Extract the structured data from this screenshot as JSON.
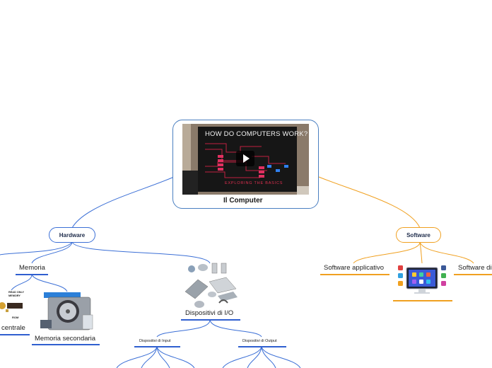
{
  "root": {
    "title": "Il Computer"
  },
  "video": {
    "headline": "HOW DO COMPUTERS WORK?",
    "subline": "EXPLORING THE BASICS"
  },
  "hardware": {
    "label": "Hardware",
    "memoria": {
      "label": "Memoria",
      "centrale": "centrale",
      "secondaria": "Memoria secondaria",
      "rom_top": "READ ONLY MEMORY",
      "rom_bottom": "ROM"
    },
    "io": {
      "label": "Dispositivi di I/O",
      "input": "Dispositivi di Input",
      "output": "Dispositivi di Output"
    }
  },
  "software": {
    "label": "Software",
    "applicativo": "Software applicativo",
    "di_base": "Software di"
  },
  "colors": {
    "hardware_branch": "#3b6fd6",
    "software_branch": "#f0a020",
    "underline_blue": "#2f5fd0",
    "underline_orange": "#f0a020"
  }
}
